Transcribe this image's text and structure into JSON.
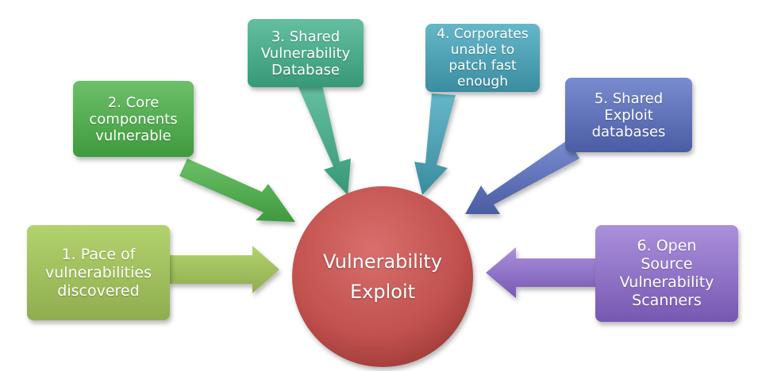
{
  "center": {
    "line1": "Vulnerability",
    "line2": "Exploit",
    "color": "#c0504d"
  },
  "nodes": [
    {
      "id": "n1",
      "label": "1. Pace of\nvulnerabilities\ndiscovered",
      "color": "#9bbb59"
    },
    {
      "id": "n2",
      "label": "2. Core\ncomponents\nvulnerable",
      "color": "#4ea94b"
    },
    {
      "id": "n3",
      "label": "3. Shared\nVulnerability\nDatabase",
      "color": "#45a88a"
    },
    {
      "id": "n4",
      "label": "4. Corporates\nunable to\npatch fast\nenough",
      "color": "#4a9daf"
    },
    {
      "id": "n5",
      "label": "5. Shared\nExploit\ndatabases",
      "color": "#5a6db5"
    },
    {
      "id": "n6",
      "label": "6. Open\nSource\nVulnerability\nScanners",
      "color": "#8a6cc4"
    }
  ]
}
